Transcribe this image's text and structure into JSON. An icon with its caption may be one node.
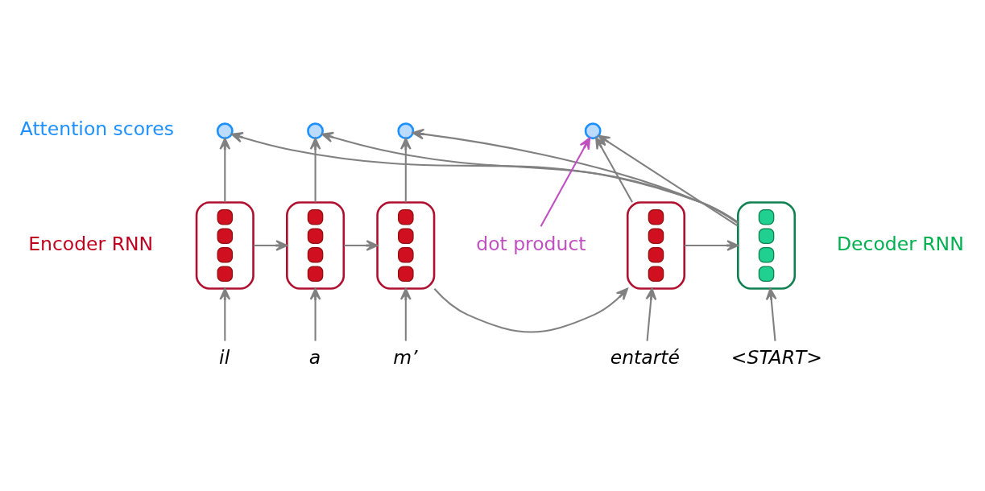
{
  "diagram": {
    "nodes": [
      {
        "text": [],
        "shape": "box"
      },
      {
        "text": [],
        "shape": "box"
      },
      {
        "text": [],
        "shape": "box"
      },
      {
        "text": [],
        "shape": "box"
      },
      {
        "text": [],
        "shape": "box"
      },
      {
        "text": [],
        "shape": "circle"
      },
      {
        "text": [],
        "shape": "circle"
      },
      {
        "text": [],
        "shape": "circle"
      },
      {
        "text": [],
        "shape": "circle"
      },
      {
        "text": [
          "il"
        ]
      },
      {
        "text": [
          "a"
        ]
      },
      {
        "text": [
          "m’"
        ]
      },
      {
        "text": [
          "entarté"
        ]
      },
      {
        "text": [
          "<START>"
        ]
      },
      {
        "text": [
          "dot product"
        ]
      }
    ],
    "edges": [
      {
        "from": 9,
        "to": 0,
        "arrow": "to"
      },
      {
        "from": 10,
        "to": 1,
        "arrow": "to"
      },
      {
        "from": 11,
        "to": 2,
        "arrow": "to"
      },
      {
        "from": 12,
        "to": 3,
        "arrow": "to"
      },
      {
        "from": 13,
        "to": 4,
        "arrow": "to"
      },
      {
        "from": 0,
        "to": 1,
        "arrow": "to"
      },
      {
        "from": 1,
        "to": 2,
        "arrow": "to"
      },
      {
        "from": 2,
        "to": 3,
        "arrow": "to"
      },
      {
        "from": 3,
        "to": 4,
        "arrow": "to"
      },
      {
        "from": 0,
        "to": 5,
        "arrow": "to"
      },
      {
        "from": 1,
        "to": 6,
        "arrow": "to"
      },
      {
        "from": 2,
        "to": 7,
        "arrow": "to"
      },
      {
        "from": 3,
        "to": 8,
        "arrow": "to"
      },
      {
        "from": 4,
        "to": 5,
        "arrow": "to"
      },
      {
        "from": 4,
        "to": 6,
        "arrow": "to"
      },
      {
        "from": 4,
        "to": 7,
        "arrow": "to"
      },
      {
        "from": 4,
        "to": 8,
        "arrow": "to"
      },
      {
        "from": 14,
        "to": 8,
        "arrow": "to",
        "color": "#c050c0"
      }
    ],
    "labels": [
      "Attention scores",
      "Encoder RNN",
      "Decoder RNN"
    ]
  }
}
